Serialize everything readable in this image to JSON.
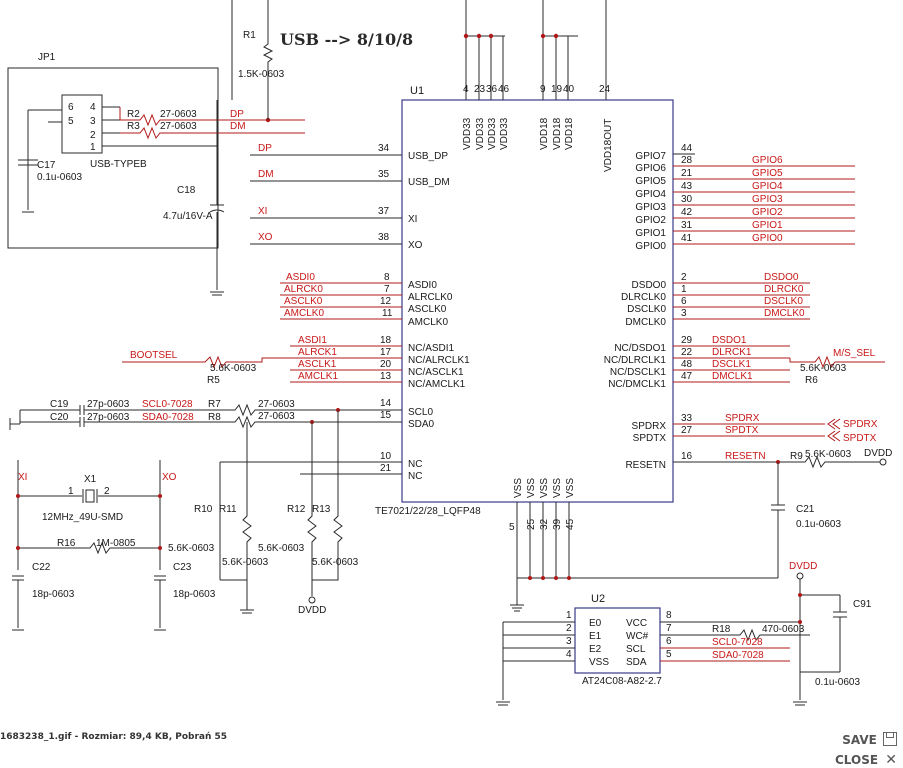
{
  "header": {
    "usb_title": "USB  -->  8/10/8"
  },
  "u1": {
    "ref": "U1",
    "part": "TE7021/22/28_LQFP48",
    "top_pins": [
      {
        "num": "4",
        "name": "VDD33"
      },
      {
        "num": "23",
        "name": "VDD33"
      },
      {
        "num": "36",
        "name": "VDD33"
      },
      {
        "num": "46",
        "name": "VDD33"
      },
      {
        "num": "9",
        "name": "VDD18"
      },
      {
        "num": "19",
        "name": "VDD18"
      },
      {
        "num": "40",
        "name": "VDD18"
      },
      {
        "num": "24",
        "name": "VDD18OUT"
      }
    ],
    "left_pins": [
      {
        "num": "34",
        "name": "USB_DP",
        "net": "DP"
      },
      {
        "num": "35",
        "name": "USB_DM",
        "net": "DM"
      },
      {
        "num": "37",
        "name": "XI",
        "net": "XI"
      },
      {
        "num": "38",
        "name": "XO",
        "net": "XO"
      },
      {
        "num": "8",
        "name": "ASDI0",
        "net": "ASDI0"
      },
      {
        "num": "7",
        "name": "ALRCLK0",
        "net": "ALRCK0"
      },
      {
        "num": "12",
        "name": "ASCLK0",
        "net": "ASCLK0"
      },
      {
        "num": "11",
        "name": "AMCLK0",
        "net": "AMCLK0"
      },
      {
        "num": "18",
        "name": "NC/ASDI1",
        "net": "ASDI1"
      },
      {
        "num": "17",
        "name": "NC/ALRCLK1",
        "net": "ALRCK1"
      },
      {
        "num": "20",
        "name": "NC/ASCLK1",
        "net": "ASCLK1"
      },
      {
        "num": "13",
        "name": "NC/AMCLK1",
        "net": "AMCLK1"
      },
      {
        "num": "14",
        "name": "SCL0",
        "net": "27-0603"
      },
      {
        "num": "15",
        "name": "SDA0",
        "net": "27-0603"
      },
      {
        "num": "10",
        "name": "NC",
        "net": ""
      },
      {
        "num": "21",
        "name": "NC",
        "net": ""
      }
    ],
    "right_pins": [
      {
        "num": "44",
        "name": "GPIO7",
        "net": ""
      },
      {
        "num": "28",
        "name": "GPIO6",
        "net": "GPIO6"
      },
      {
        "num": "21",
        "name": "GPIO5",
        "net": "GPIO5"
      },
      {
        "num": "43",
        "name": "GPIO4",
        "net": "GPIO4"
      },
      {
        "num": "30",
        "name": "GPIO3",
        "net": "GPIO3"
      },
      {
        "num": "42",
        "name": "GPIO2",
        "net": "GPIO2"
      },
      {
        "num": "31",
        "name": "GPIO1",
        "net": "GPIO1"
      },
      {
        "num": "41",
        "name": "GPIO0",
        "net": "GPIO0"
      },
      {
        "num": "2",
        "name": "DSDO0",
        "net": "DSDO0"
      },
      {
        "num": "1",
        "name": "DLRCLK0",
        "net": "DLRCK0"
      },
      {
        "num": "6",
        "name": "DSCLK0",
        "net": "DSCLK0"
      },
      {
        "num": "3",
        "name": "DMCLK0",
        "net": "DMCLK0"
      },
      {
        "num": "29",
        "name": "NC/DSDO1",
        "net": "DSDO1"
      },
      {
        "num": "22",
        "name": "NC/DLRCLK1",
        "net": "DLRCK1"
      },
      {
        "num": "48",
        "name": "NC/DSCLK1",
        "net": "DSCLK1"
      },
      {
        "num": "47",
        "name": "NC/DMCLK1",
        "net": "DMCLK1"
      },
      {
        "num": "33",
        "name": "SPDRX",
        "net": "SPDRX"
      },
      {
        "num": "27",
        "name": "SPDTX",
        "net": "SPDTX"
      },
      {
        "num": "16",
        "name": "RESETN",
        "net": "RESETN"
      }
    ],
    "bottom_pins": [
      {
        "num": "5",
        "name": "VSS"
      },
      {
        "num": "25",
        "name": "VSS"
      },
      {
        "num": "32",
        "name": "VSS"
      },
      {
        "num": "39",
        "name": "VSS"
      },
      {
        "num": "45",
        "name": "VSS"
      }
    ]
  },
  "jp1": {
    "ref": "JP1",
    "part": "USB-TYPEB",
    "pins_left": [
      "6",
      "5"
    ],
    "pins_right": [
      "4",
      "3",
      "2",
      "1"
    ]
  },
  "r1": {
    "ref": "R1",
    "value": "1.5K-0603"
  },
  "r2": {
    "ref": "R2",
    "value": "27-0603",
    "net": "DP"
  },
  "r3": {
    "ref": "R3",
    "value": "27-0603",
    "net": "DM"
  },
  "c17": {
    "ref": "C17",
    "value": "0.1u-0603"
  },
  "c18": {
    "ref": "C18",
    "value": "4.7u/16V-A"
  },
  "bootsel": {
    "net": "BOOTSEL",
    "value": "5.6K-0603",
    "ref": "R5"
  },
  "r6": {
    "ref": "R6",
    "value": "5.6K-0603",
    "net": "M/S_SEL"
  },
  "c19": {
    "ref": "C19",
    "value": "27p-0603",
    "net": "SCL0-7028",
    "r": "R7"
  },
  "c20": {
    "ref": "C20",
    "value": "27p-0603",
    "net": "SDA0-7028",
    "r": "R8"
  },
  "x1": {
    "ref": "X1",
    "part": "12MHz_49U-SMD",
    "p1": "1",
    "p2": "2",
    "xi": "XI",
    "xo": "XO"
  },
  "r16": {
    "ref": "R16",
    "value": "1M-0805"
  },
  "c22": {
    "ref": "C22",
    "value": "18p-0603",
    "extra": "5.6K-0603"
  },
  "c23": {
    "ref": "C23",
    "value": "18p-0603"
  },
  "pullups": {
    "r10": "R10",
    "r11": "R11",
    "r12": "R12",
    "r13": "R13",
    "v1": "5.6K-0603",
    "v2": "5.6K-0603",
    "v3": "5.6K-0603",
    "v4": "5.6K-0603",
    "dvdd": "DVDD"
  },
  "r9": {
    "ref": "R9",
    "value": "5.6K-0603",
    "net": "DVDD"
  },
  "c21": {
    "ref": "C21",
    "value": "0.1u-0603"
  },
  "u2": {
    "ref": "U2",
    "part": "AT24C08-A82-2.7",
    "dvdd": "DVDD",
    "left": [
      {
        "num": "1",
        "name": "E0"
      },
      {
        "num": "2",
        "name": "E1"
      },
      {
        "num": "3",
        "name": "E2"
      },
      {
        "num": "4",
        "name": "VSS"
      }
    ],
    "right": [
      {
        "num": "8",
        "name": "VCC"
      },
      {
        "num": "7",
        "name": "WC#"
      },
      {
        "num": "6",
        "name": "SCL"
      },
      {
        "num": "5",
        "name": "SDA"
      }
    ]
  },
  "r18": {
    "ref": "R18",
    "value": "470-0603",
    "scl": "SCL0-7028",
    "sda": "SDA0-7028"
  },
  "c91": {
    "ref": "C91",
    "value": "0.1u-0603"
  },
  "footer": {
    "file_info": "1683238_1.gif - Rozmiar: 89,4 KB, Pobrań 55",
    "save": "SAVE",
    "close": "CLOSE"
  }
}
